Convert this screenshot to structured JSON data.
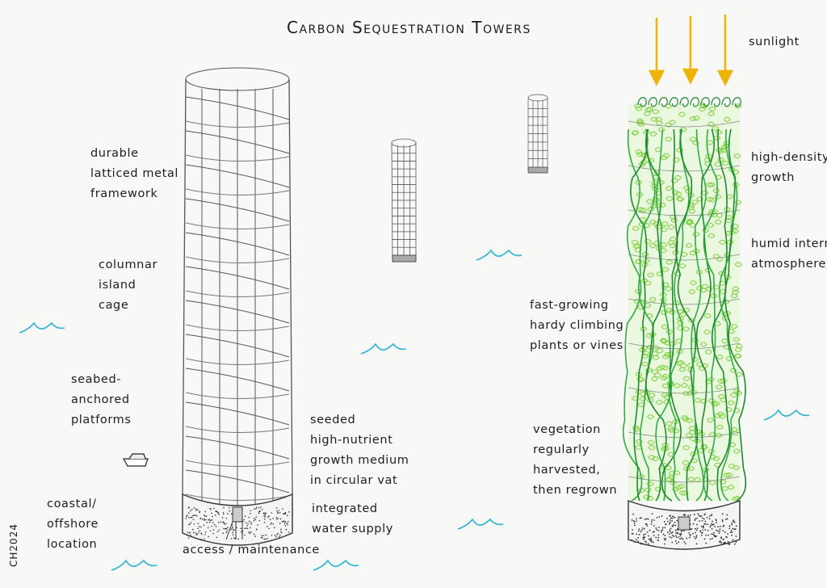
{
  "title": "Carbon Sequestration Towers",
  "signature": "CH2024",
  "labels": {
    "framework": "durable\nlatticed metal\nframework",
    "cage": "columnar\nisland\ncage",
    "platforms": "seabed-\nanchored\nplatforms",
    "location": "coastal/\noffshore\nlocation",
    "medium": "seeded\nhigh-nutrient\ngrowth medium\nin circular vat",
    "water": "integrated\nwater supply",
    "access": "access / maintenance",
    "sunlight": "sunlight",
    "density": "high-density\ngrowth",
    "atmosphere": "humid internal\natmosphere",
    "plants": "fast-growing\nhardy climbing\nplants or vines",
    "harvest": "vegetation\nregularly\nharvested,\nthen regrown"
  },
  "colors": {
    "pencil": "#555555",
    "sea": "#2bb6d9",
    "sun": "#f0b400",
    "vine_dark": "#1e8a2e",
    "vine_light": "#7fd23a"
  }
}
